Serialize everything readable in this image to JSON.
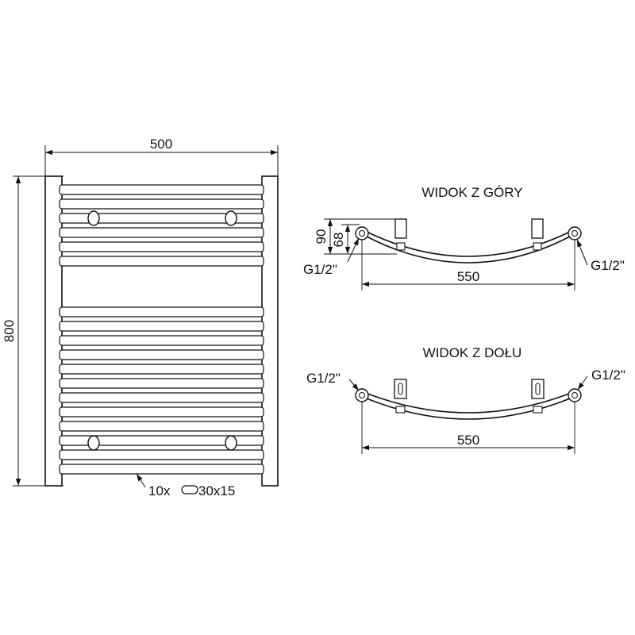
{
  "front_view": {
    "width_dim": "500",
    "height_dim": "800",
    "tube_note": "10x",
    "tube_size": "30x15"
  },
  "top_view": {
    "title": "WIDOK Z GÓRY",
    "depth_outer": "90",
    "depth_inner": "68",
    "connector_left": "G1/2\"",
    "connector_right": "G1/2\"",
    "span": "550"
  },
  "bottom_view": {
    "title": "WIDOK Z DOŁU",
    "connector_left": "G1/2\"",
    "connector_right": "G1/2\"",
    "span": "550"
  }
}
